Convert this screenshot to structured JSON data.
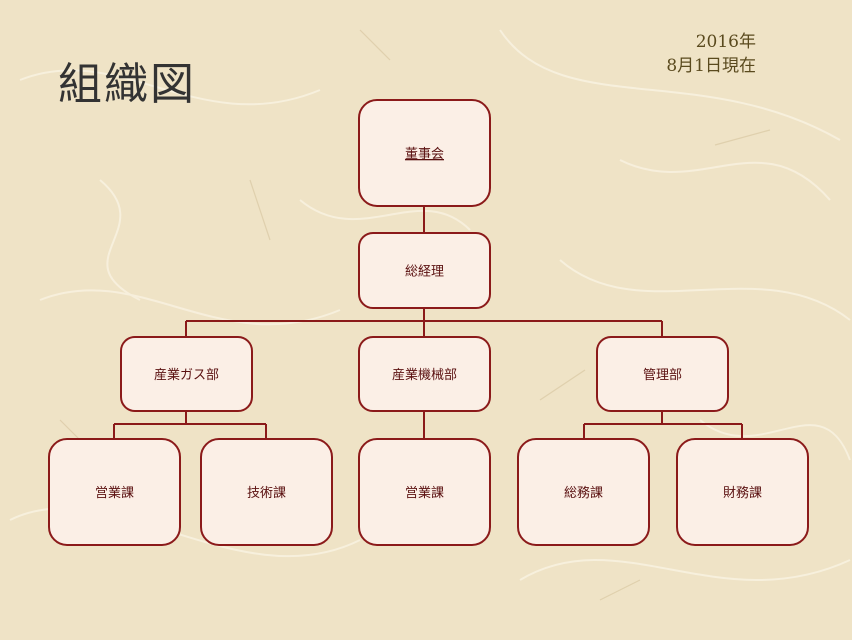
{
  "title": "組織図",
  "date": {
    "line1": "2016年",
    "line2": "8月1日現在"
  },
  "colors": {
    "box_border": "#8b1a1a",
    "box_fill": "#fbefe6",
    "line": "#8b1a1a",
    "text": "#5a1010"
  },
  "nodes": [
    {
      "id": "board",
      "label": "董事会",
      "underline": true
    },
    {
      "id": "gm",
      "label": "総経理"
    },
    {
      "id": "gas",
      "label": "産業ガス部"
    },
    {
      "id": "mach",
      "label": "産業機械部"
    },
    {
      "id": "admin",
      "label": "管理部"
    },
    {
      "id": "gas_sales",
      "label": "営業課"
    },
    {
      "id": "gas_tech",
      "label": "技術課"
    },
    {
      "id": "mach_sales",
      "label": "営業課"
    },
    {
      "id": "admin_general",
      "label": "総務課"
    },
    {
      "id": "admin_finance",
      "label": "財務課"
    }
  ]
}
